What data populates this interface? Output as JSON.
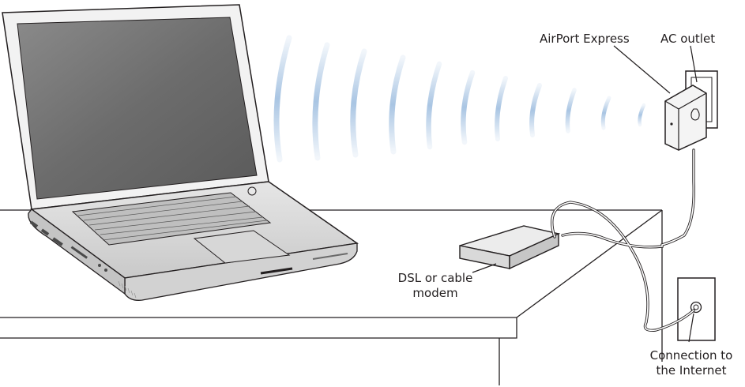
{
  "labels": {
    "airport_express": "AirPort Express",
    "ac_outlet": "AC outlet",
    "modem_line1": "DSL or cable",
    "modem_line2": "modem",
    "internet_line1": "Connection to",
    "internet_line2": "the Internet"
  },
  "icons": {
    "laptop": "laptop-icon",
    "wireless_waves": "wireless-signal-icon",
    "base_station": "airport-express-icon",
    "ac_outlet": "wall-outlet-icon",
    "modem": "modem-icon",
    "wall_jack": "wall-jack-icon"
  },
  "colors": {
    "waves": "#a9c5e3",
    "line": "#231f20",
    "laptop_body": "#dcdcdc",
    "screen": "#6d6d6d"
  }
}
